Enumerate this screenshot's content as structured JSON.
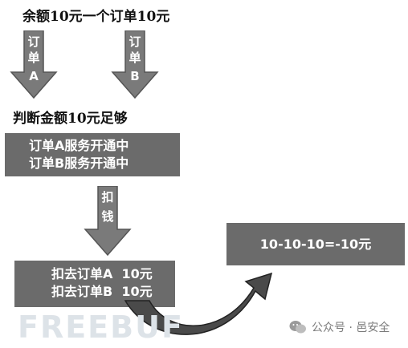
{
  "balance_text": "余额10元一个订单10元",
  "arrows": {
    "order_a": [
      "订",
      "单",
      "A"
    ],
    "order_b": [
      "订",
      "单",
      "B"
    ],
    "deduct": [
      "扣",
      "钱"
    ]
  },
  "check_text": "判断金额10元足够",
  "service_box": {
    "lines": [
      "订单A服务开通中",
      "订单B服务开通中"
    ]
  },
  "deduct_box": {
    "lines": [
      "扣去订单A  10元",
      "扣去订单B  10元"
    ]
  },
  "result_box": {
    "text": "10-10-10=-10元"
  },
  "watermark": {
    "brand": "FREEBUF",
    "account": "公众号 · 邑安全"
  },
  "colors": {
    "box_fill": "#6b6b6b",
    "arrow_fill": "#7a7a7a",
    "text": "#111111"
  }
}
